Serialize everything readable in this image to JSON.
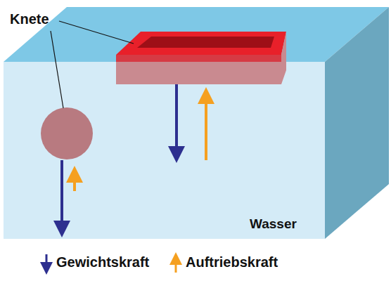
{
  "diagram": {
    "labels": [
      "Knete",
      "Wasser"
    ],
    "legend": [
      {
        "text": "Gewichtskraft"
      },
      {
        "text": "Auftriebskraft"
      }
    ]
  }
}
